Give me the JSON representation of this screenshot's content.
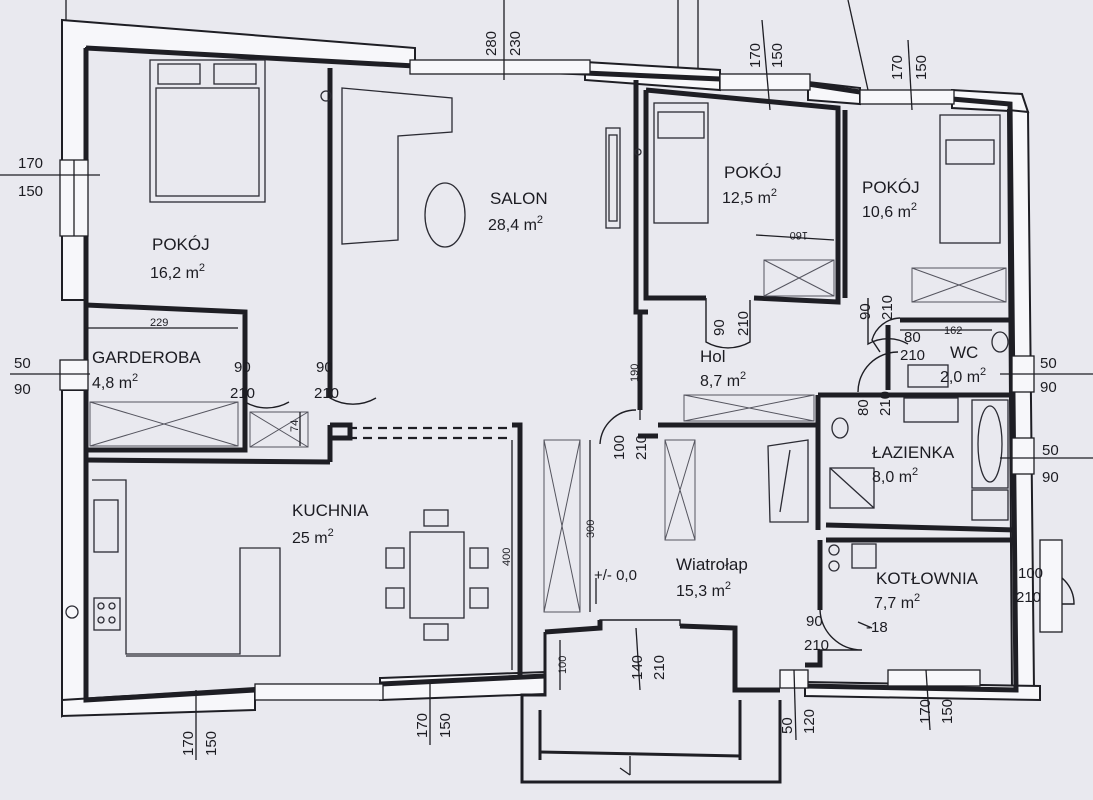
{
  "rooms": {
    "salon": {
      "name": "SALON",
      "area": "28,4 m"
    },
    "pokoj_nw": {
      "name": "POKÓJ",
      "area": "16,2 m"
    },
    "pokoj_mid": {
      "name": "POKÓJ",
      "area": "12,5 m"
    },
    "pokoj_ne": {
      "name": "POKÓJ",
      "area": "10,6 m"
    },
    "garderoba": {
      "name": "GARDEROBA",
      "area": "4,8 m"
    },
    "hol": {
      "name": "Hol",
      "area": "8,7 m"
    },
    "wc": {
      "name": "WC",
      "area": "2,0 m"
    },
    "lazienka": {
      "name": "ŁAZIENKA",
      "area": "8,0 m"
    },
    "kuchnia": {
      "name": "KUCHNIA",
      "area": "25 m"
    },
    "wiatrolap": {
      "name": "Wiatrołap",
      "area": "15,3 m"
    },
    "kotlownia": {
      "name": "KOTŁOWNIA",
      "area": "7,7 m"
    }
  },
  "area_exp": "2",
  "windows": {
    "top_salon": {
      "a": "280",
      "b": "230"
    },
    "top_pokoj_mid": {
      "a": "170",
      "b": "150"
    },
    "top_pokoj_ne": {
      "a": "170",
      "b": "150"
    },
    "left_pokoj": {
      "a": "170",
      "b": "150"
    },
    "left_garderoba": {
      "a": "50",
      "b": "90"
    },
    "right_wc": {
      "a": "50",
      "b": "90"
    },
    "right_lazienka": {
      "a": "50",
      "b": "90"
    },
    "bottom_kuchnia_1": {
      "a": "170",
      "b": "150"
    },
    "bottom_kuchnia_2": {
      "a": "170",
      "b": "150"
    },
    "bottom_kotlownia": {
      "a": "170",
      "b": "150"
    },
    "bottom_small": {
      "a": "50",
      "b": "120"
    }
  },
  "doors": {
    "garderoba": {
      "a": "90",
      "b": "210"
    },
    "pokoj_nw": {
      "a": "90",
      "b": "210"
    },
    "pokoj_mid": {
      "a": "90",
      "b": "210"
    },
    "pokoj_ne": {
      "a": "90",
      "b": "210"
    },
    "wc": {
      "a": "80",
      "b": "210"
    },
    "lazienka": {
      "a": "80",
      "b": "210"
    },
    "wiatrolap": {
      "a": "100",
      "b": "210"
    },
    "kotlownia_in": {
      "a": "90",
      "b": "210"
    },
    "kotlownia_out": {
      "a": "100",
      "b": "210"
    },
    "entrance": {
      "a": "140",
      "b": "210"
    }
  },
  "dims": {
    "garderoba_width": "229",
    "garderoba_depth": "74",
    "bed_160": "160",
    "wc_162": "162",
    "hol_190": "190",
    "kitchen_400": "400",
    "pantry_300": "300",
    "step_100": "100",
    "level_zero": "+/- 0,0",
    "level_kotlownia": "-18"
  }
}
